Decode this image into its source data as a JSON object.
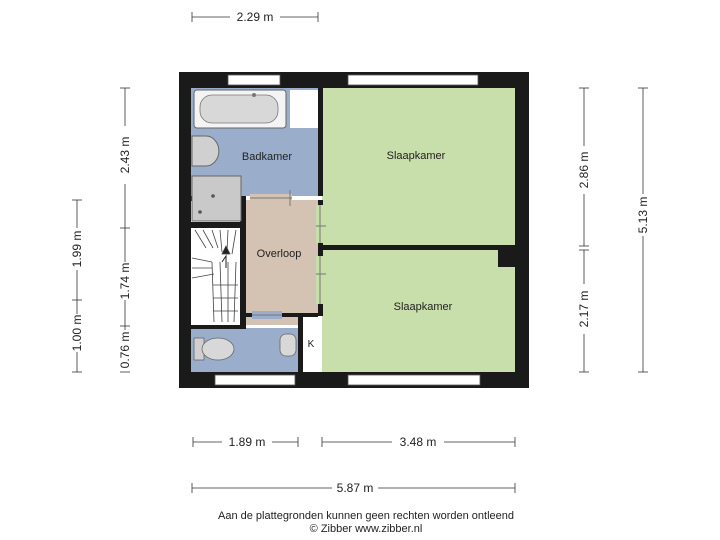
{
  "rooms": {
    "badkamer": "Badkamer",
    "slaapkamer_top": "Slaapkamer",
    "overloop": "Overloop",
    "slaapkamer_bottom": "Slaapkamer",
    "kast": "K"
  },
  "dimensions": {
    "top": "2.29 m",
    "left_outer_1": "1.99 m",
    "left_outer_2": "1.00 m",
    "left_inner_1": "2.43 m",
    "left_inner_2": "1.74 m",
    "left_inner_3": "0.76 m",
    "right_inner_1": "2.86 m",
    "right_inner_2": "2.17 m",
    "right_outer": "5.13 m",
    "bottom_1": "1.89 m",
    "bottom_2": "3.48 m",
    "bottom_total": "5.87 m"
  },
  "footer": {
    "line1": "Aan de plattegronden kunnen geen rechten worden ontleend",
    "line2": "© Zibber www.zibber.nl"
  },
  "colors": {
    "wall": "#1a1a1a",
    "bathroom": "#9aaecb",
    "bedroom": "#c8deab",
    "landing": "#d4c3b2",
    "stairs": "#ffffff"
  }
}
